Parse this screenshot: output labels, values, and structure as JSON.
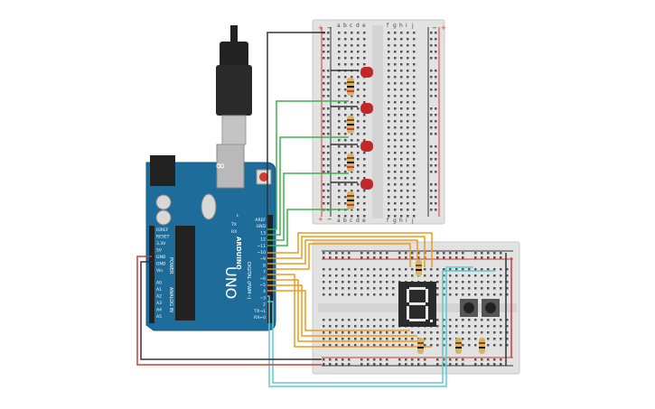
{
  "arduino": {
    "brand": "ARDUINO",
    "model": "UNO",
    "pin_labels": {
      "aref": "AREF",
      "gnd": "GND",
      "d13": "13",
      "d12": "12",
      "d11": "~11",
      "d10": "~10",
      "d9": "~9",
      "d8": "8",
      "d7": "7",
      "d6": "~6",
      "d5": "~5",
      "d4": "4",
      "d3": "~3",
      "d2": "2",
      "tx": "TX→1",
      "rx": "RX←0",
      "digital_header": "DIGITAL (PWM~)",
      "ioref": "IOREF",
      "reset": "RESET",
      "v33": "3.3V",
      "v5": "5V",
      "gnd1": "GND",
      "gnd2": "GND",
      "vin": "Vin",
      "power_header": "POWER",
      "a0": "A0",
      "a1": "A1",
      "a2": "A2",
      "a3": "A3",
      "a4": "A4",
      "a5": "A5",
      "analog_header": "ANALOG IN",
      "tx_led": "TX",
      "rx_led": "RX",
      "l_led": "L"
    }
  },
  "breadboard_top": {
    "columns_left": [
      "a",
      "b",
      "c",
      "d",
      "e"
    ],
    "columns_right": [
      "f",
      "g",
      "h",
      "i",
      "j"
    ],
    "rail_plus": "+",
    "rail_minus": "−"
  },
  "colors": {
    "arduino_board": "#1d6c9a",
    "breadboard": "#e4e4e4",
    "wire_green": "#3db34b",
    "wire_orange": "#f09a19",
    "wire_black": "#333333",
    "wire_red": "#d33a2c",
    "wire_cyan": "#5ec8d2",
    "led_red": "#c0282a",
    "seven_segment": "#2b2b2b",
    "segment_lit": "#e8e8e8"
  },
  "icons": {
    "usb_cable": "usb-cable-icon",
    "power_jack": "dc-jack-icon",
    "reset_button": "reset-button-icon",
    "microcontroller": "chip-icon"
  }
}
